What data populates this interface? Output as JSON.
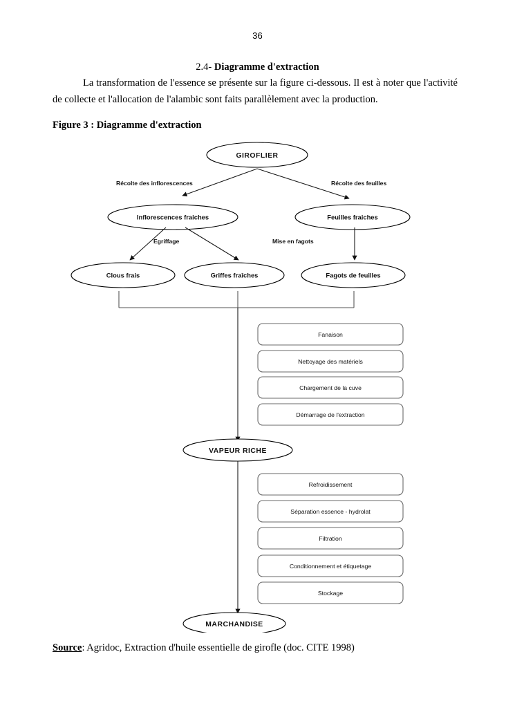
{
  "page": {
    "number": "36"
  },
  "section": {
    "number": "2.4-",
    "title": "Diagramme d'extraction",
    "paragraph": "La transformation de l'essence se présente sur la figure ci-dessous. Il est à noter que l'activité de collecte et l'allocation de l'alambic sont faits parallèlement avec la production."
  },
  "figure": {
    "caption": "Figure 3 : Diagramme d'extraction",
    "source_label": "Source",
    "source_text": ": Agridoc, Extraction d'huile essentielle de girofle (doc. CITE 1998)"
  },
  "chart_data": {
    "type": "diagram",
    "title": "Diagramme d'extraction",
    "nodes": [
      {
        "id": "giroflier",
        "label": "GIROFLIER",
        "shape": "ellipse",
        "level": 0
      },
      {
        "id": "inflorescences",
        "label": "Inflorescences fraiches",
        "shape": "ellipse",
        "level": 1
      },
      {
        "id": "feuilles",
        "label": "Feuilles fraiches",
        "shape": "ellipse",
        "level": 1
      },
      {
        "id": "clous",
        "label": "Clous frais",
        "shape": "ellipse",
        "level": 2
      },
      {
        "id": "griffes",
        "label": "Griffes fraîches",
        "shape": "ellipse",
        "level": 2
      },
      {
        "id": "fagots",
        "label": "Fagots de feuilles",
        "shape": "ellipse",
        "level": 2
      },
      {
        "id": "vapeur",
        "label": "VAPEUR RICHE",
        "shape": "ellipse",
        "level": 4
      },
      {
        "id": "marchandise",
        "label": "MARCHANDISE",
        "shape": "ellipse",
        "level": 6
      }
    ],
    "edge_labels": [
      {
        "id": "recolte-inflo",
        "label": "Récolte des inflorescences",
        "from": "giroflier",
        "to": "inflorescences"
      },
      {
        "id": "recolte-feuilles",
        "label": "Récolte des feuilles",
        "from": "giroflier",
        "to": "feuilles"
      },
      {
        "id": "egriffage",
        "label": "Egriffage",
        "from": "inflorescences",
        "to": "clous / griffes"
      },
      {
        "id": "mise-fagots",
        "label": "Mise en fagots",
        "from": "feuilles",
        "to": "fagots"
      }
    ],
    "process_groups": [
      {
        "id": "upstream",
        "steps": [
          "Fanaison",
          "Nettoyage des matériels",
          "Chargement de la cuve",
          "Démarrage de l'extraction"
        ]
      },
      {
        "id": "downstream",
        "steps": [
          "Refroidissement",
          "Séparation essence - hydrolat",
          "Filtration",
          "Conditionnement et étiquetage",
          "Stockage"
        ]
      }
    ]
  }
}
